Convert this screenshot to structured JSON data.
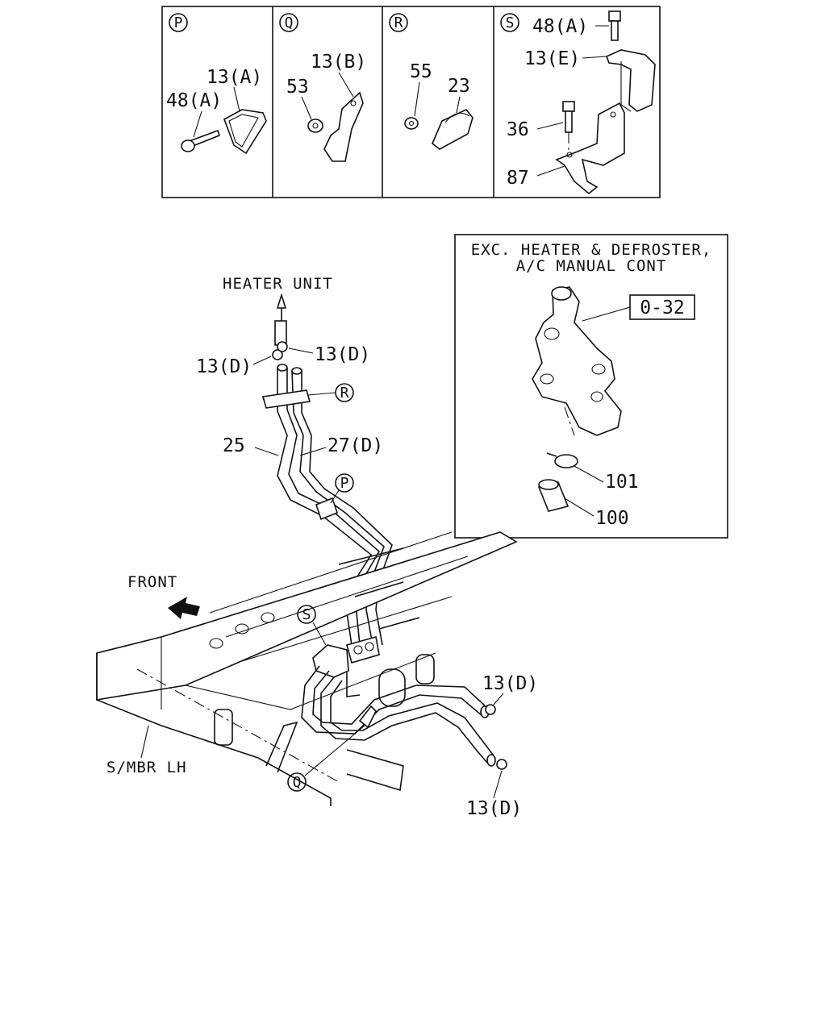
{
  "panels": [
    {
      "id": "P",
      "labels": [
        "13(A)",
        "48(A)"
      ]
    },
    {
      "id": "Q",
      "labels": [
        "13(B)",
        "53"
      ]
    },
    {
      "id": "R",
      "labels": [
        "55",
        "23"
      ]
    },
    {
      "id": "S",
      "labels": [
        "48(A)",
        "13(E)",
        "36",
        "87"
      ]
    }
  ],
  "inset": {
    "title_line1": "EXC. HEATER & DEFROSTER,",
    "title_line2": "A/C MANUAL CONT",
    "ref_box": "0-32",
    "labels": [
      "101",
      "100"
    ]
  },
  "main": {
    "heater_unit": "HEATER UNIT",
    "front": "FRONT",
    "frame": "S/MBR LH",
    "clamp_left": "13(D)",
    "clamp_right": "13(D)",
    "hose_25": "25",
    "hose_27": "27(D)",
    "clamp_lower_upper": "13(D)",
    "clamp_lower_lower": "13(D)",
    "callouts": [
      "R",
      "P",
      "S",
      "Q"
    ]
  }
}
